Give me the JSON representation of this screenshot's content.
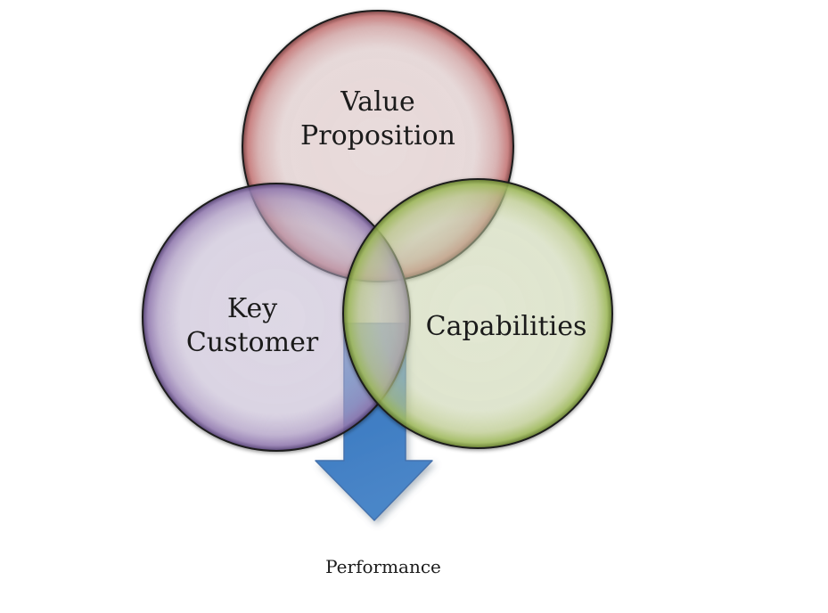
{
  "page": {
    "background": "#ffffff",
    "text_color": "#1b1b1b"
  },
  "venn": {
    "circles": [
      {
        "id": "value-proposition",
        "label": "Value Proposition",
        "fill_tint": "#f6ebeb",
        "rim_color": "#ca7b7b",
        "outline_color": "#1e1e1e"
      },
      {
        "id": "key-customer",
        "label": "Key Customer",
        "fill_tint": "#ece8f3",
        "rim_color": "#967eb4",
        "outline_color": "#1e1e1e"
      },
      {
        "id": "capabilities",
        "label": "Capabilities",
        "fill_tint": "#f0f4e2",
        "rim_color": "#a3be5f",
        "outline_color": "#1e1e1e"
      }
    ],
    "arrow": {
      "direction": "down",
      "color_start": "#7fa6d8",
      "color_end": "#3f7dc3",
      "stroke_color": "#4472ad"
    },
    "result_label": "Performance"
  }
}
